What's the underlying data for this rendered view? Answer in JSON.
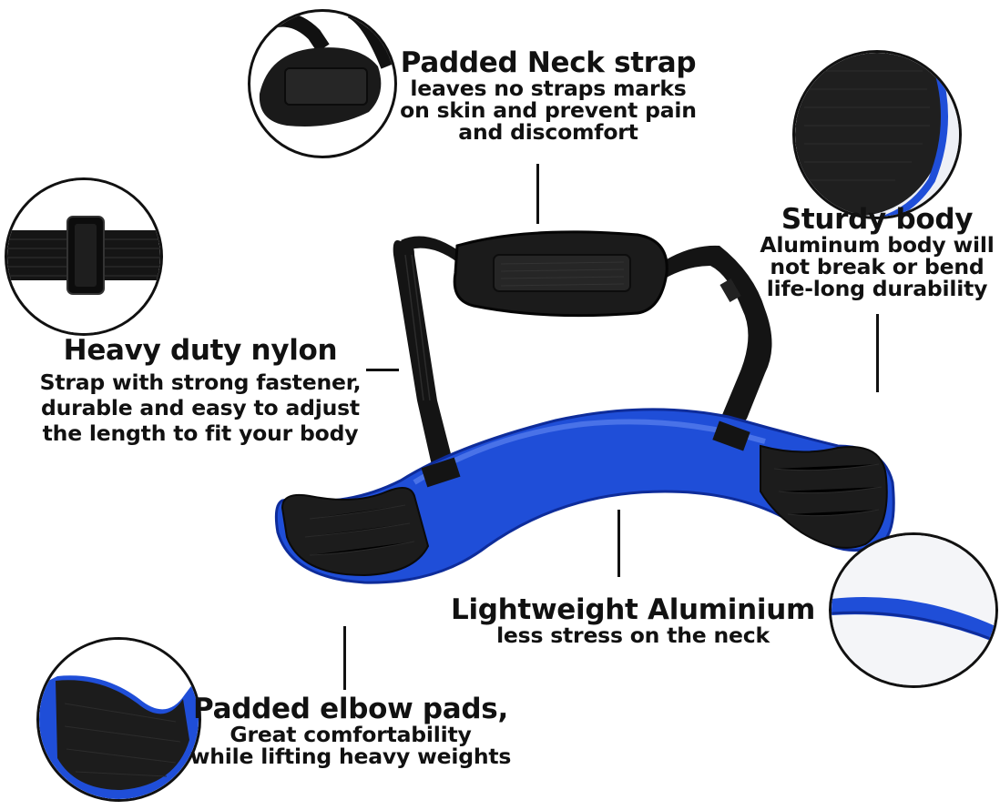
{
  "colors": {
    "bar_blue": "#1f4ed8",
    "bar_blue_dark": "#0e2c9a",
    "pad_black": "#1c1c1c",
    "strap_black": "#141414",
    "text": "#111111"
  },
  "features": {
    "neck_strap": {
      "title": "Padded Neck strap",
      "lines": [
        "leaves no straps marks",
        "on skin and prevent pain",
        "and discomfort"
      ]
    },
    "sturdy_body": {
      "title": "Sturdy body",
      "lines": [
        "Aluminum body will",
        "not break or bend",
        "life-long durability"
      ]
    },
    "nylon": {
      "title": "Heavy duty nylon",
      "lines": [
        "Strap with strong fastener,",
        "durable and easy to adjust",
        "the length to fit your body"
      ]
    },
    "aluminium": {
      "title": "Lightweight Aluminium",
      "lines": [
        "less stress on the neck"
      ]
    },
    "elbow_pads": {
      "title": "Padded elbow pads,",
      "lines": [
        "Great comfortability",
        "while lifting heavy weights"
      ]
    }
  },
  "detail_images": [
    {
      "name": "neck-strap-closeup",
      "subject": "padded neck strap"
    },
    {
      "name": "sturdy-body-closeup",
      "subject": "textured pad on blue aluminum edge"
    },
    {
      "name": "nylon-strap-closeup",
      "subject": "nylon strap with buckle"
    },
    {
      "name": "aluminium-edge-closeup",
      "subject": "blue aluminum edge"
    },
    {
      "name": "elbow-pad-closeup",
      "subject": "padded elbow pad"
    }
  ]
}
